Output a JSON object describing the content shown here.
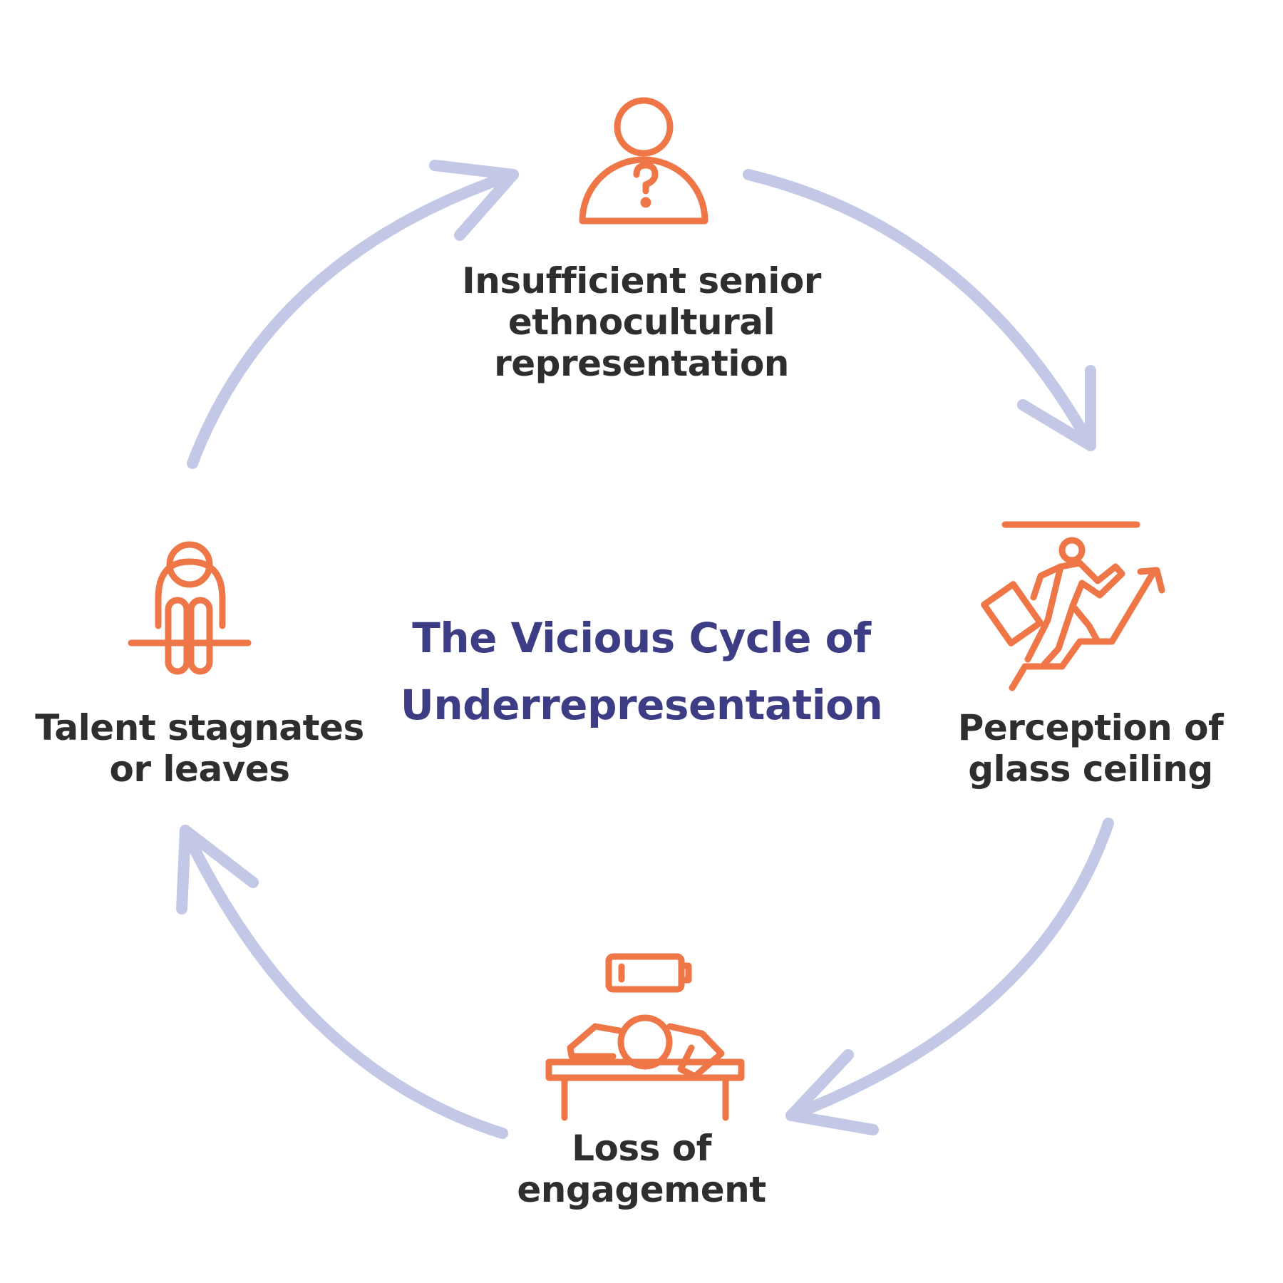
{
  "title": {
    "line1": "The Vicious Cycle of",
    "line2": "Underrepresentation"
  },
  "stages": [
    {
      "position": "top",
      "icon": "person-question-icon",
      "lines": [
        "Insufficient senior",
        "ethnocultural",
        "representation"
      ]
    },
    {
      "position": "right",
      "icon": "climbing-businessman-icon",
      "lines": [
        "Perception of",
        "glass ceiling"
      ]
    },
    {
      "position": "bottom",
      "icon": "low-battery-desk-icon",
      "lines": [
        "Loss of",
        "engagement"
      ]
    },
    {
      "position": "left",
      "icon": "seated-person-icon",
      "lines": [
        "Talent stagnates",
        "or leaves"
      ]
    }
  ],
  "colors": {
    "icon": "#ee7647",
    "arrow": "#c3c8e6",
    "title": "#3d3d86",
    "text": "#2e2e30"
  }
}
